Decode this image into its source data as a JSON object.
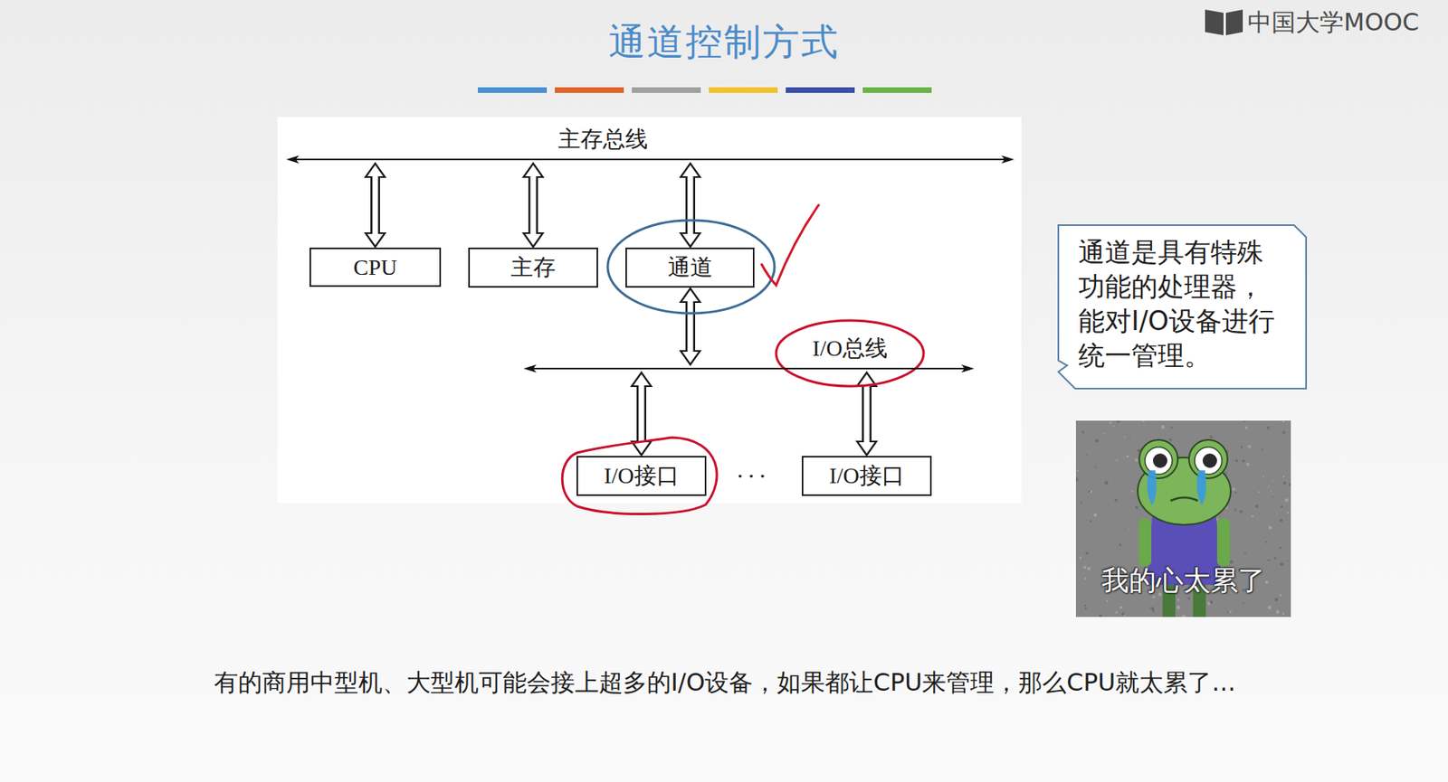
{
  "diagram": {
    "title": "通道控制方式",
    "caption": "有的商用中型机、大型机可能会接上超多的I/O设备，如果都让CPU来管理，那么CPU就太累了…",
    "nodes": [
      {
        "text": [
          "主存总线"
        ]
      },
      {
        "text": [
          "CPU"
        ]
      },
      {
        "text": [
          "主存"
        ]
      },
      {
        "text": [
          "通道"
        ]
      },
      {
        "text": [
          "I/O总线"
        ]
      },
      {
        "text": [
          "I/O接口"
        ]
      },
      {
        "text": [
          "I/O接口"
        ]
      },
      {
        "text": [
          "通道是具有特殊功能的处理器，能对I/O设备进行统一管理。"
        ]
      },
      {
        "text": [
          "我的心太累了"
        ]
      }
    ],
    "edges": [
      {
        "from": 0,
        "to": 1,
        "arrow": "both"
      },
      {
        "from": 0,
        "to": 2,
        "arrow": "both"
      },
      {
        "from": 0,
        "to": 3,
        "arrow": "both"
      },
      {
        "from": 3,
        "to": 4,
        "arrow": "both"
      },
      {
        "from": 4,
        "to": 5,
        "arrow": "both"
      },
      {
        "from": 4,
        "to": 6,
        "arrow": "both"
      }
    ],
    "labels": [
      "···",
      "中国大学MOOC"
    ]
  }
}
